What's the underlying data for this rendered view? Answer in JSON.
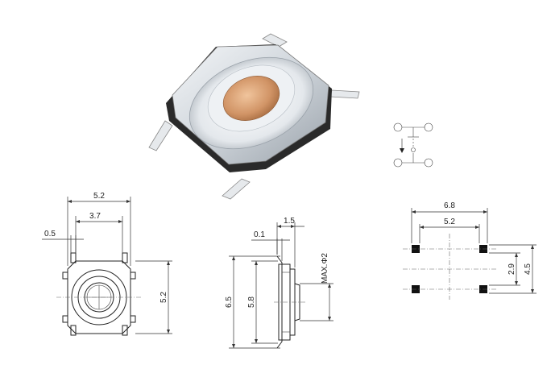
{
  "top_view": {
    "width_overall": "5.2",
    "body_width": "3.7",
    "lead_width": "0.5",
    "height": "5.2"
  },
  "side_view": {
    "top_offset": "1.5",
    "lead_offset": "0.1",
    "overall_height": "6.5",
    "body_height": "5.8",
    "actuator": "MAX.Φ2"
  },
  "footprint": {
    "pitch_outer": "6.8",
    "pitch_inner": "5.2",
    "row_inner": "2.9",
    "row_outer": "4.5"
  },
  "colors": {
    "pad": "#111111",
    "actuator_copper": "#c98a5a",
    "metal": "#d6dbe0"
  }
}
